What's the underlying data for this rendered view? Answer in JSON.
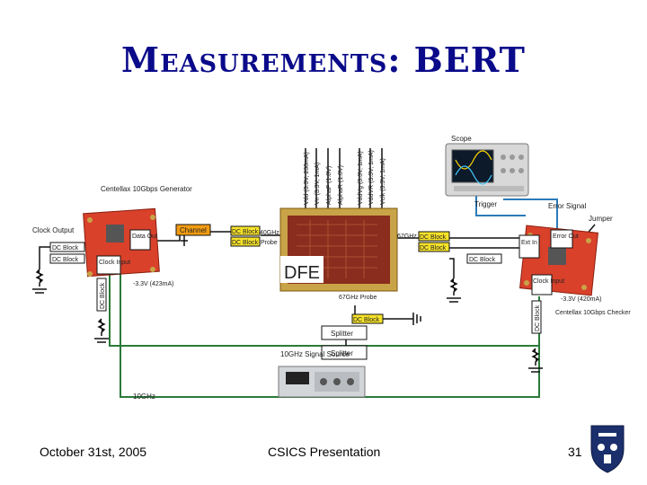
{
  "slide": {
    "title": "Measurements: BERT",
    "footer_left": "October 31st, 2005",
    "footer_center": "CSICS Presentation",
    "footer_right": "31"
  },
  "diagram": {
    "scope": "Scope",
    "trigger": "Trigger",
    "error_signal": "Error Signal",
    "jumper": "Jumper",
    "generator": "Centellax 10Gbps Generator",
    "clock_output": "Clock Output",
    "dc_block": "DC Block",
    "data_out": "Data Out",
    "clock_input": "Clock Input",
    "gen_power": "-3.3V (423mA)",
    "channel": "Channel",
    "hz40": "40GHz",
    "probe": "Probe",
    "dfe": "DFE",
    "probe67": "67GHz Probe",
    "checker": "Centellax 10Gbps Checker",
    "ext_in": "Ext In",
    "error_out": "Error Out",
    "chk_power": "-3.3V (420mA)",
    "splitter": "Splitter",
    "source": "10GHz Signal Source",
    "clock_bottom": "10GHz",
    "supplies": [
      "Vdd (3.3V, 230mA)",
      "Vn (3.3V, 1mA)",
      "AlphaF (1.8V)",
      "AlphaR (1.8V)",
      "VddVg (3.3V, 1mA)",
      "VddVR (3.3V, 1mA)",
      "Vclk (3.3V, 1mA)"
    ]
  },
  "colors": {
    "title": "#0a0a8a",
    "dc_block": "#f6e22a",
    "channel": "#f39c12",
    "board": "#d9412b",
    "chip": "#8a2c1e"
  },
  "logo_icon": "university-crest-icon"
}
